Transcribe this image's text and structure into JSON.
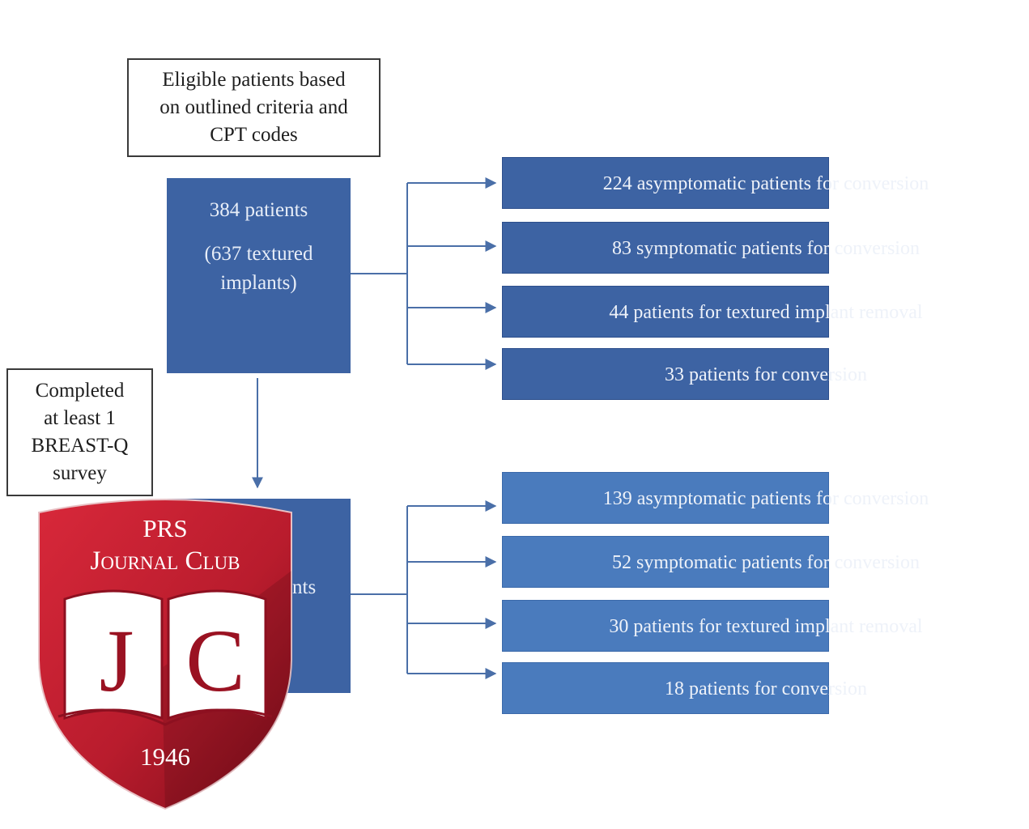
{
  "eligible_note": "Eligible patients based\non outlined criteria and\nCPT codes",
  "completed_note": "Completed\nat least 1\nBREAST-Q\nsurvey",
  "cohort_box": {
    "line1": "384 patients",
    "line2": "(637 textured\nimplants)"
  },
  "second_box_fragment": "nts",
  "top_group": [
    {
      "text": "224 asymptomatic patients for conversion"
    },
    {
      "text": "83 symptomatic patients for conversion"
    },
    {
      "text": "44 patients for textured implant removal"
    },
    {
      "text": "33 patients for conversion"
    }
  ],
  "bottom_group": [
    {
      "text": "139 asymptomatic patients for conversion"
    },
    {
      "text": "52 symptomatic patients for conversion"
    },
    {
      "text": "30 patients for textured implant removal"
    },
    {
      "text": "18 patients for conversion"
    }
  ],
  "badge": {
    "title_line1": "PRS",
    "title_line2": "Journal Club",
    "monogram_left": "J",
    "monogram_right": "C",
    "year": "1946"
  },
  "colors": {
    "box_blue": "#3d63a3",
    "box_blue_light": "#4a7bbd",
    "connector": "#4a6fa8",
    "shield_red": "#c01f2f",
    "shield_dark": "#8d1020"
  }
}
